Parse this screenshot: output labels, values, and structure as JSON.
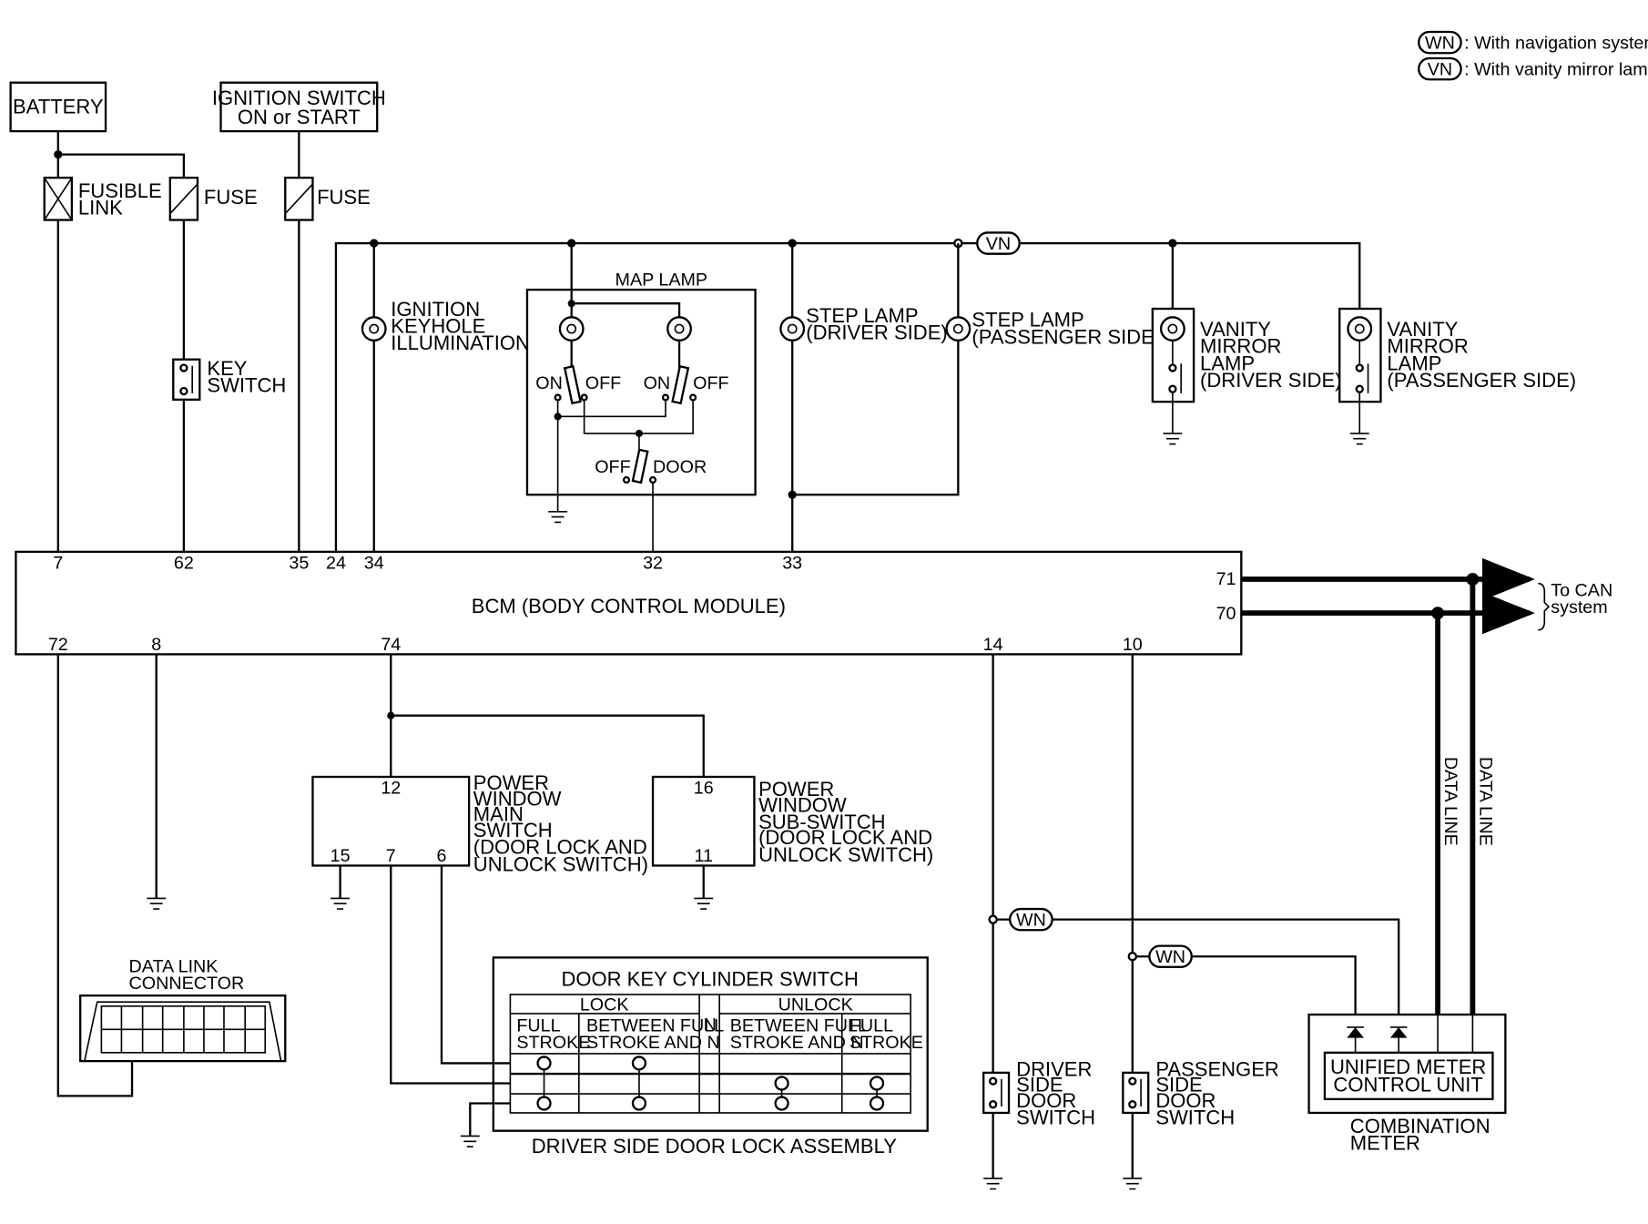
{
  "legend": {
    "wn_tag": "WN",
    "wn_text": ": With navigation system",
    "vn_tag": "VN",
    "vn_text": ": With vanity mirror lamp"
  },
  "sources": {
    "battery": "BATTERY",
    "ignition_line1": "IGNITION SWITCH",
    "ignition_line2": "ON or START",
    "fusible_link_1": "FUSIBLE",
    "fusible_link_2": "LINK",
    "fuse_1": "FUSE",
    "fuse_2": "FUSE",
    "key_switch_1": "KEY",
    "key_switch_2": "SWITCH"
  },
  "lamps": {
    "ignition_keyhole": [
      "IGNITION",
      "KEYHOLE",
      "ILLUMINATION"
    ],
    "map_lamp": "MAP LAMP",
    "map_on_1": "ON",
    "map_off_1": "OFF",
    "map_on_2": "ON",
    "map_off_2": "OFF",
    "map_off_3": "OFF",
    "map_door": "DOOR",
    "step_driver": [
      "STEP LAMP",
      "(DRIVER SIDE)"
    ],
    "step_passenger": [
      "STEP LAMP",
      "(PASSENGER SIDE)"
    ],
    "vanity_driver": [
      "VANITY",
      "MIRROR",
      "LAMP",
      "(DRIVER SIDE)"
    ],
    "vanity_passenger": [
      "VANITY",
      "MIRROR",
      "LAMP",
      "(PASSENGER SIDE)"
    ]
  },
  "bcm": {
    "label": "BCM (BODY CONTROL MODULE)",
    "pins_top": [
      "7",
      "62",
      "35",
      "24",
      "34",
      "32",
      "33"
    ],
    "pins_right": [
      "71",
      "70"
    ],
    "pins_bottom": [
      "72",
      "8",
      "74",
      "14",
      "10"
    ],
    "can_1": "To CAN",
    "can_2": "system"
  },
  "power_window": {
    "main_pins": [
      "12",
      "15",
      "7",
      "6"
    ],
    "main_label": [
      "POWER",
      "WINDOW",
      "MAIN",
      "SWITCH",
      "(DOOR LOCK AND",
      " UNLOCK SWITCH)"
    ],
    "sub_pins": [
      "16",
      "11"
    ],
    "sub_label": [
      "POWER",
      "WINDOW",
      "SUB-SWITCH",
      "(DOOR LOCK AND",
      " UNLOCK SWITCH)"
    ]
  },
  "data_link": [
    "DATA LINK",
    "CONNECTOR"
  ],
  "door_key": {
    "title": "DOOR KEY CYLINDER SWITCH",
    "lock": "LOCK",
    "unlock": "UNLOCK",
    "n": "N",
    "col_full_1": [
      "FULL",
      "STROKE"
    ],
    "col_between_1": [
      "BETWEEN FULL",
      "STROKE AND N"
    ],
    "col_between_2": [
      "BETWEEN FULL",
      "STROKE AND N"
    ],
    "col_full_2": [
      "FULL",
      "STROKE"
    ],
    "assembly": "DRIVER SIDE DOOR LOCK ASSEMBLY"
  },
  "door_switches": {
    "driver": [
      "DRIVER",
      "SIDE",
      "DOOR",
      "SWITCH"
    ],
    "passenger": [
      "PASSENGER",
      "SIDE",
      "DOOR",
      "SWITCH"
    ]
  },
  "combination_meter": {
    "unit_1": "UNIFIED METER",
    "unit_2": "CONTROL UNIT",
    "label_1": "COMBINATION",
    "label_2": "METER",
    "data_line_1": "DATA LINE",
    "data_line_2": "DATA LINE"
  },
  "tags": {
    "vn": "VN",
    "wn": "WN"
  }
}
